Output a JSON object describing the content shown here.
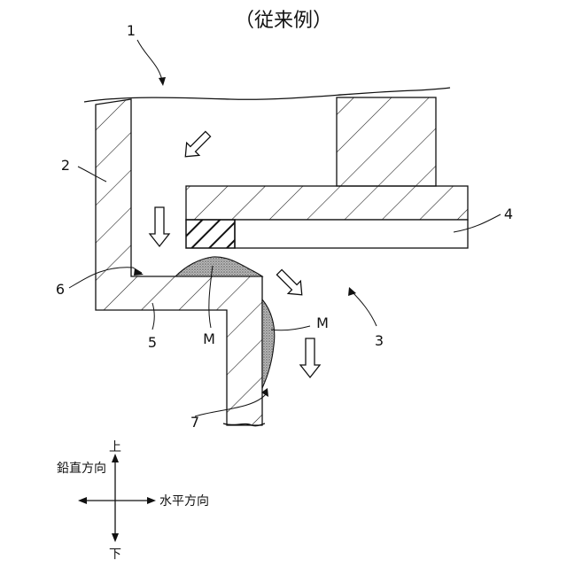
{
  "title": "（従来例）",
  "labels": {
    "ref_1": "1",
    "ref_2": "2",
    "ref_3": "3",
    "ref_4": "4",
    "ref_5": "5",
    "ref_6": "6",
    "ref_7": "7",
    "ref_m_left": "M",
    "ref_m_right": "M"
  },
  "axes": {
    "up": "上",
    "down": "下",
    "vertical": "鉛直方向",
    "horizontal": "水平方向"
  },
  "colors": {
    "line": "#111111",
    "deposit": "#9a9a9a",
    "background": "#ffffff"
  }
}
